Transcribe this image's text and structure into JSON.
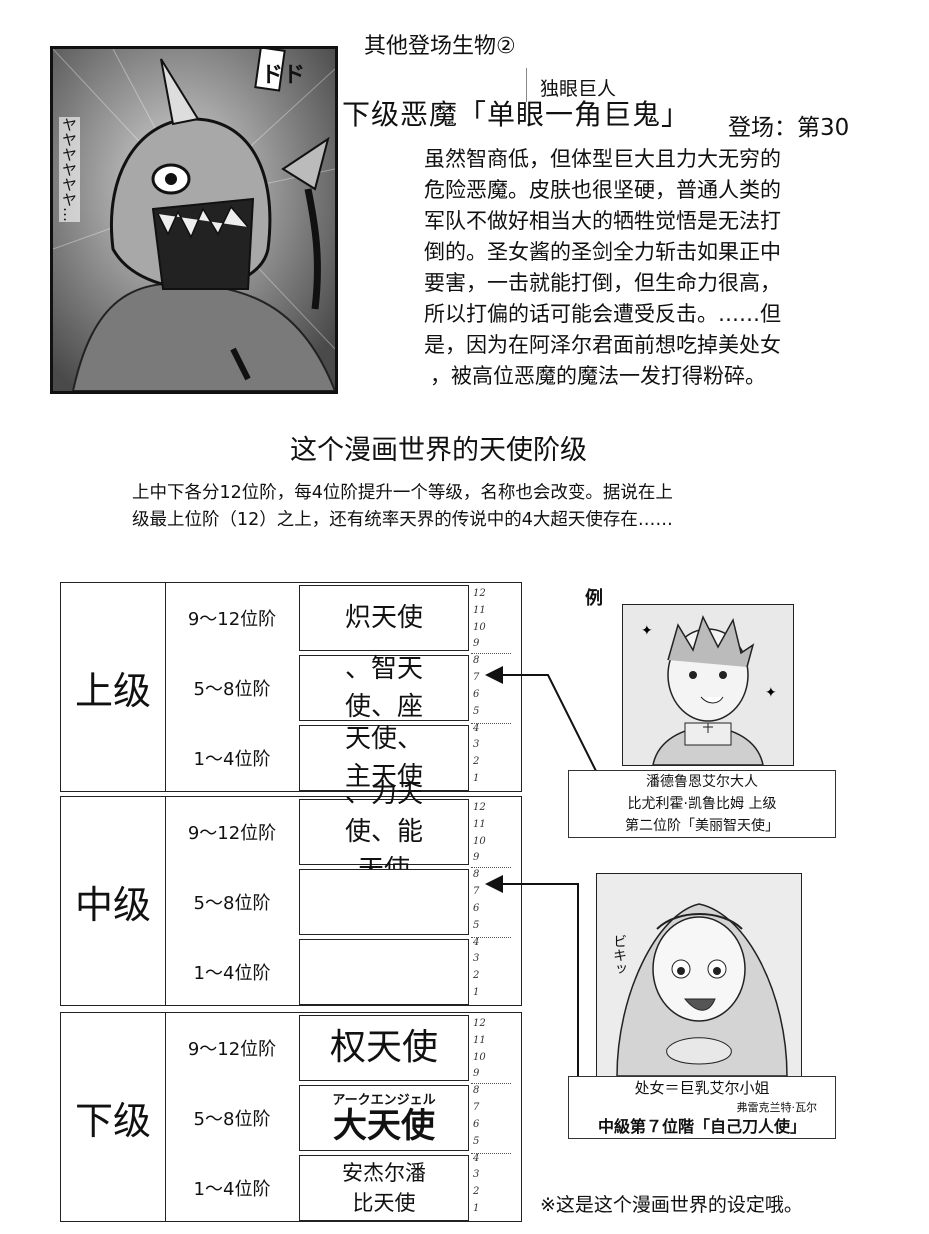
{
  "header": {
    "section_title": "其他登场生物②"
  },
  "creature": {
    "ruby": "独眼巨人",
    "name": "下级恶魔「单眼一角巨鬼」",
    "appearance": "登场：第30",
    "description": [
      "虽然智商低，但体型巨大且力大无穷的",
      "危险恶魔。皮肤也很坚硬，普通人类的",
      "军队不做好相当大的牺牲觉悟是无法打",
      "倒的。圣女酱的圣剑全力斩击如果正中",
      "要害，一击就能打倒，但生命力很高，",
      "所以打偏的话可能会遭受反击。……但",
      "是，因为在阿泽尔君面前想吃掉美处女",
      "，被高位恶魔的魔法一发打得粉碎。"
    ],
    "manga_sfx": [
      "ド",
      "ドド",
      "ヤヤヤヤヤヤ…"
    ]
  },
  "hierarchy": {
    "title": "这个漫画世界的天使阶级",
    "intro": [
      "上中下各分12位阶，每4位阶提升一个等级，名称也会改变。据说在上",
      "级最上位阶（12）之上，还有统率天界的传说中的4大超天使存在……"
    ],
    "ranges": [
      "9～12位阶",
      "5～8位阶",
      "1～4位阶"
    ],
    "tiers": [
      {
        "name": "上级",
        "angels": [
          "炽天使",
          "、智天\n使、座",
          "天使、\n主天使"
        ]
      },
      {
        "name": "中级",
        "angels": [
          "、力天\n使、能\n天使",
          "",
          ""
        ]
      },
      {
        "name": "下级",
        "angels": [
          "权天使",
          "大天使",
          "安杰尔潘\n比天使"
        ],
        "ruby": "アークエンジェル"
      }
    ],
    "tick_numbers": [
      "12",
      "11",
      "10",
      "9",
      "8",
      "7",
      "6",
      "5",
      "4",
      "3",
      "2",
      "1"
    ]
  },
  "example": {
    "label": "例",
    "caption1": [
      "潘德鲁恩艾尔大人",
      "比尤利霍·凯鲁比姆 上级",
      "第二位阶「美丽智天使」"
    ],
    "caption2_line1": "处女＝巨乳艾尔小姐",
    "caption2_ruby": "弗雷克兰特·瓦尔",
    "caption2_line2": "中級第７位階「自己刀人使」",
    "manga_sfx": "ビキッ"
  },
  "footnote": "※这是这个漫画世界的设定哦。"
}
